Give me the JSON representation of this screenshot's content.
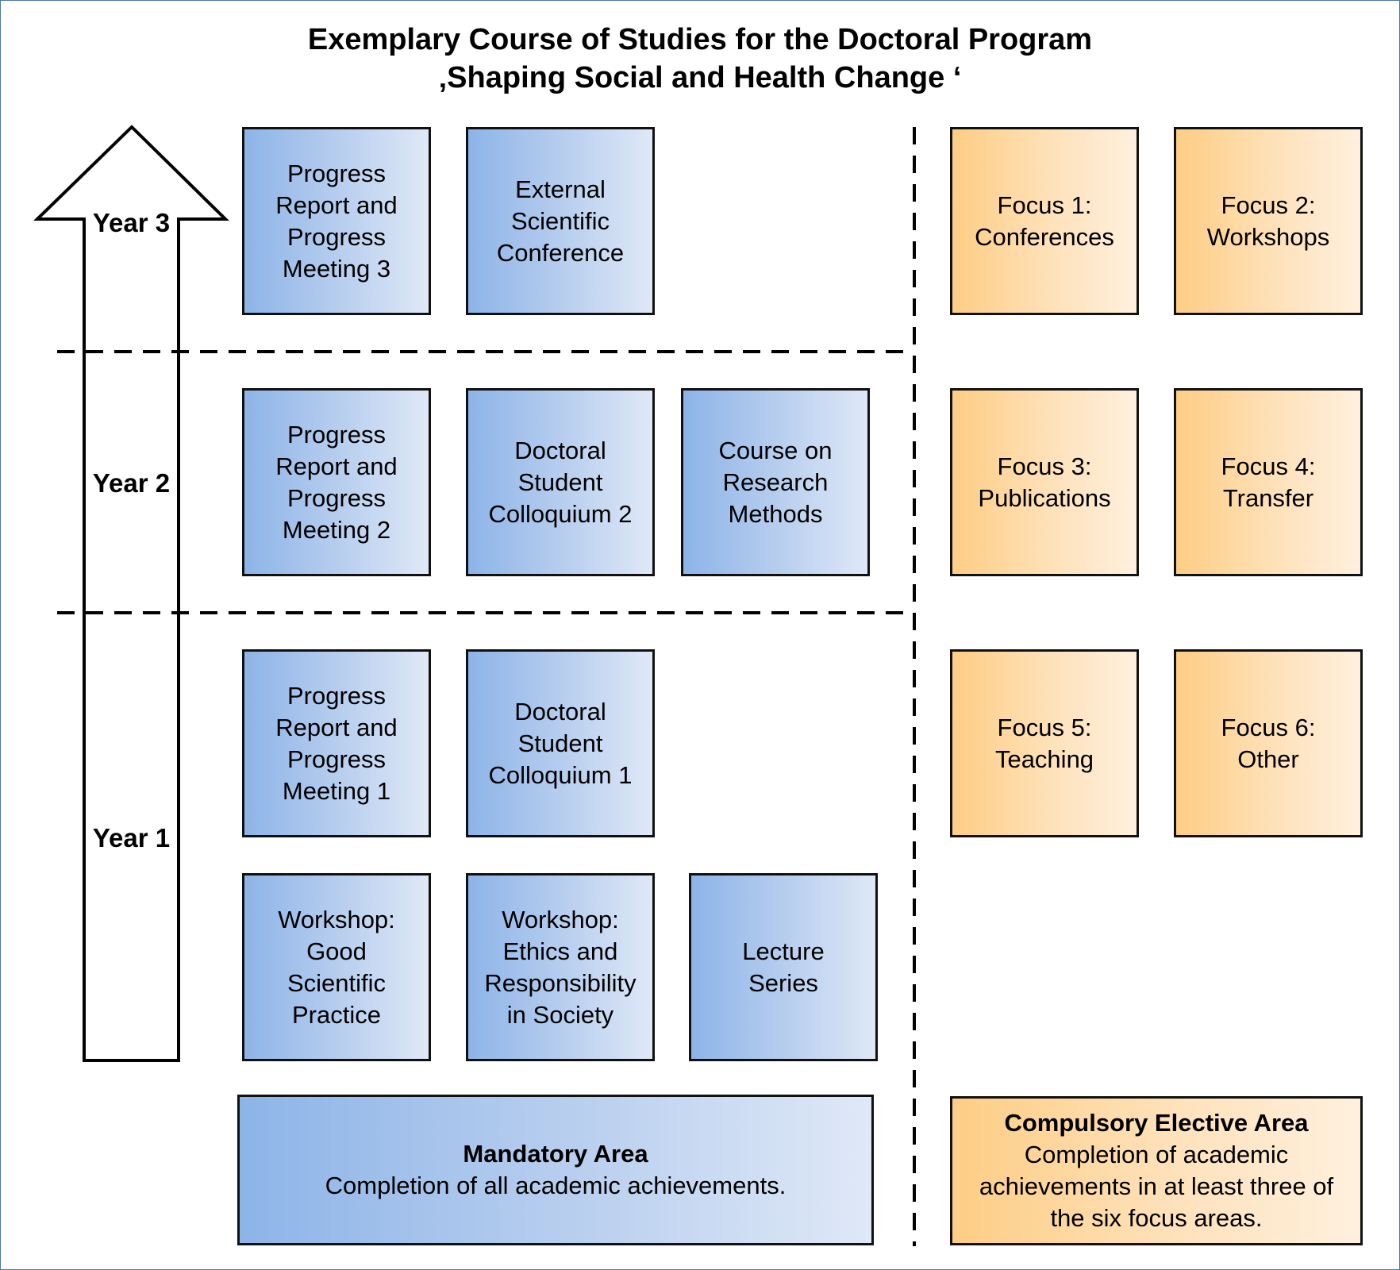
{
  "title": {
    "line1": "Exemplary Course of Studies for the Doctoral Program",
    "line2": "‚Shaping Social and Health Change ‘"
  },
  "timeline": {
    "direction": "upward",
    "years": [
      "Year 1",
      "Year 2",
      "Year 3"
    ]
  },
  "mandatory": {
    "year3": [
      {
        "label": "Progress\nReport and\nProgress\nMeeting 3"
      },
      {
        "label": "External\nScientific\nConference"
      }
    ],
    "year2": [
      {
        "label": "Progress\nReport and\nProgress\nMeeting 2"
      },
      {
        "label": "Doctoral\nStudent\nColloquium 2"
      },
      {
        "label": "Course on\nResearch\nMethods"
      }
    ],
    "year1": [
      {
        "label": "Progress\nReport and\nProgress\nMeeting 1"
      },
      {
        "label": "Doctoral\nStudent\nColloquium 1"
      },
      {
        "label": "Workshop:\nGood\nScientific\nPractice"
      },
      {
        "label": "Workshop:\nEthics and\nResponsibility\nin Society"
      },
      {
        "label": "Lecture\nSeries"
      }
    ],
    "area_title": "Mandatory Area",
    "area_desc": "Completion of all academic achievements."
  },
  "elective": {
    "focus": [
      {
        "label": "Focus 1:\nConferences"
      },
      {
        "label": "Focus 2:\nWorkshops"
      },
      {
        "label": "Focus 3:\nPublications"
      },
      {
        "label": "Focus 4:\nTransfer"
      },
      {
        "label": "Focus 5:\nTeaching"
      },
      {
        "label": "Focus 6:\nOther"
      }
    ],
    "area_title": "Compulsory Elective Area",
    "area_desc": "Completion of academic\nachievements in at least three of\nthe six focus areas."
  },
  "colors": {
    "mandatory_fill": "#8db4e8",
    "elective_fill": "#fdcd84",
    "border": "#111111",
    "frame": "#4a79a8"
  }
}
